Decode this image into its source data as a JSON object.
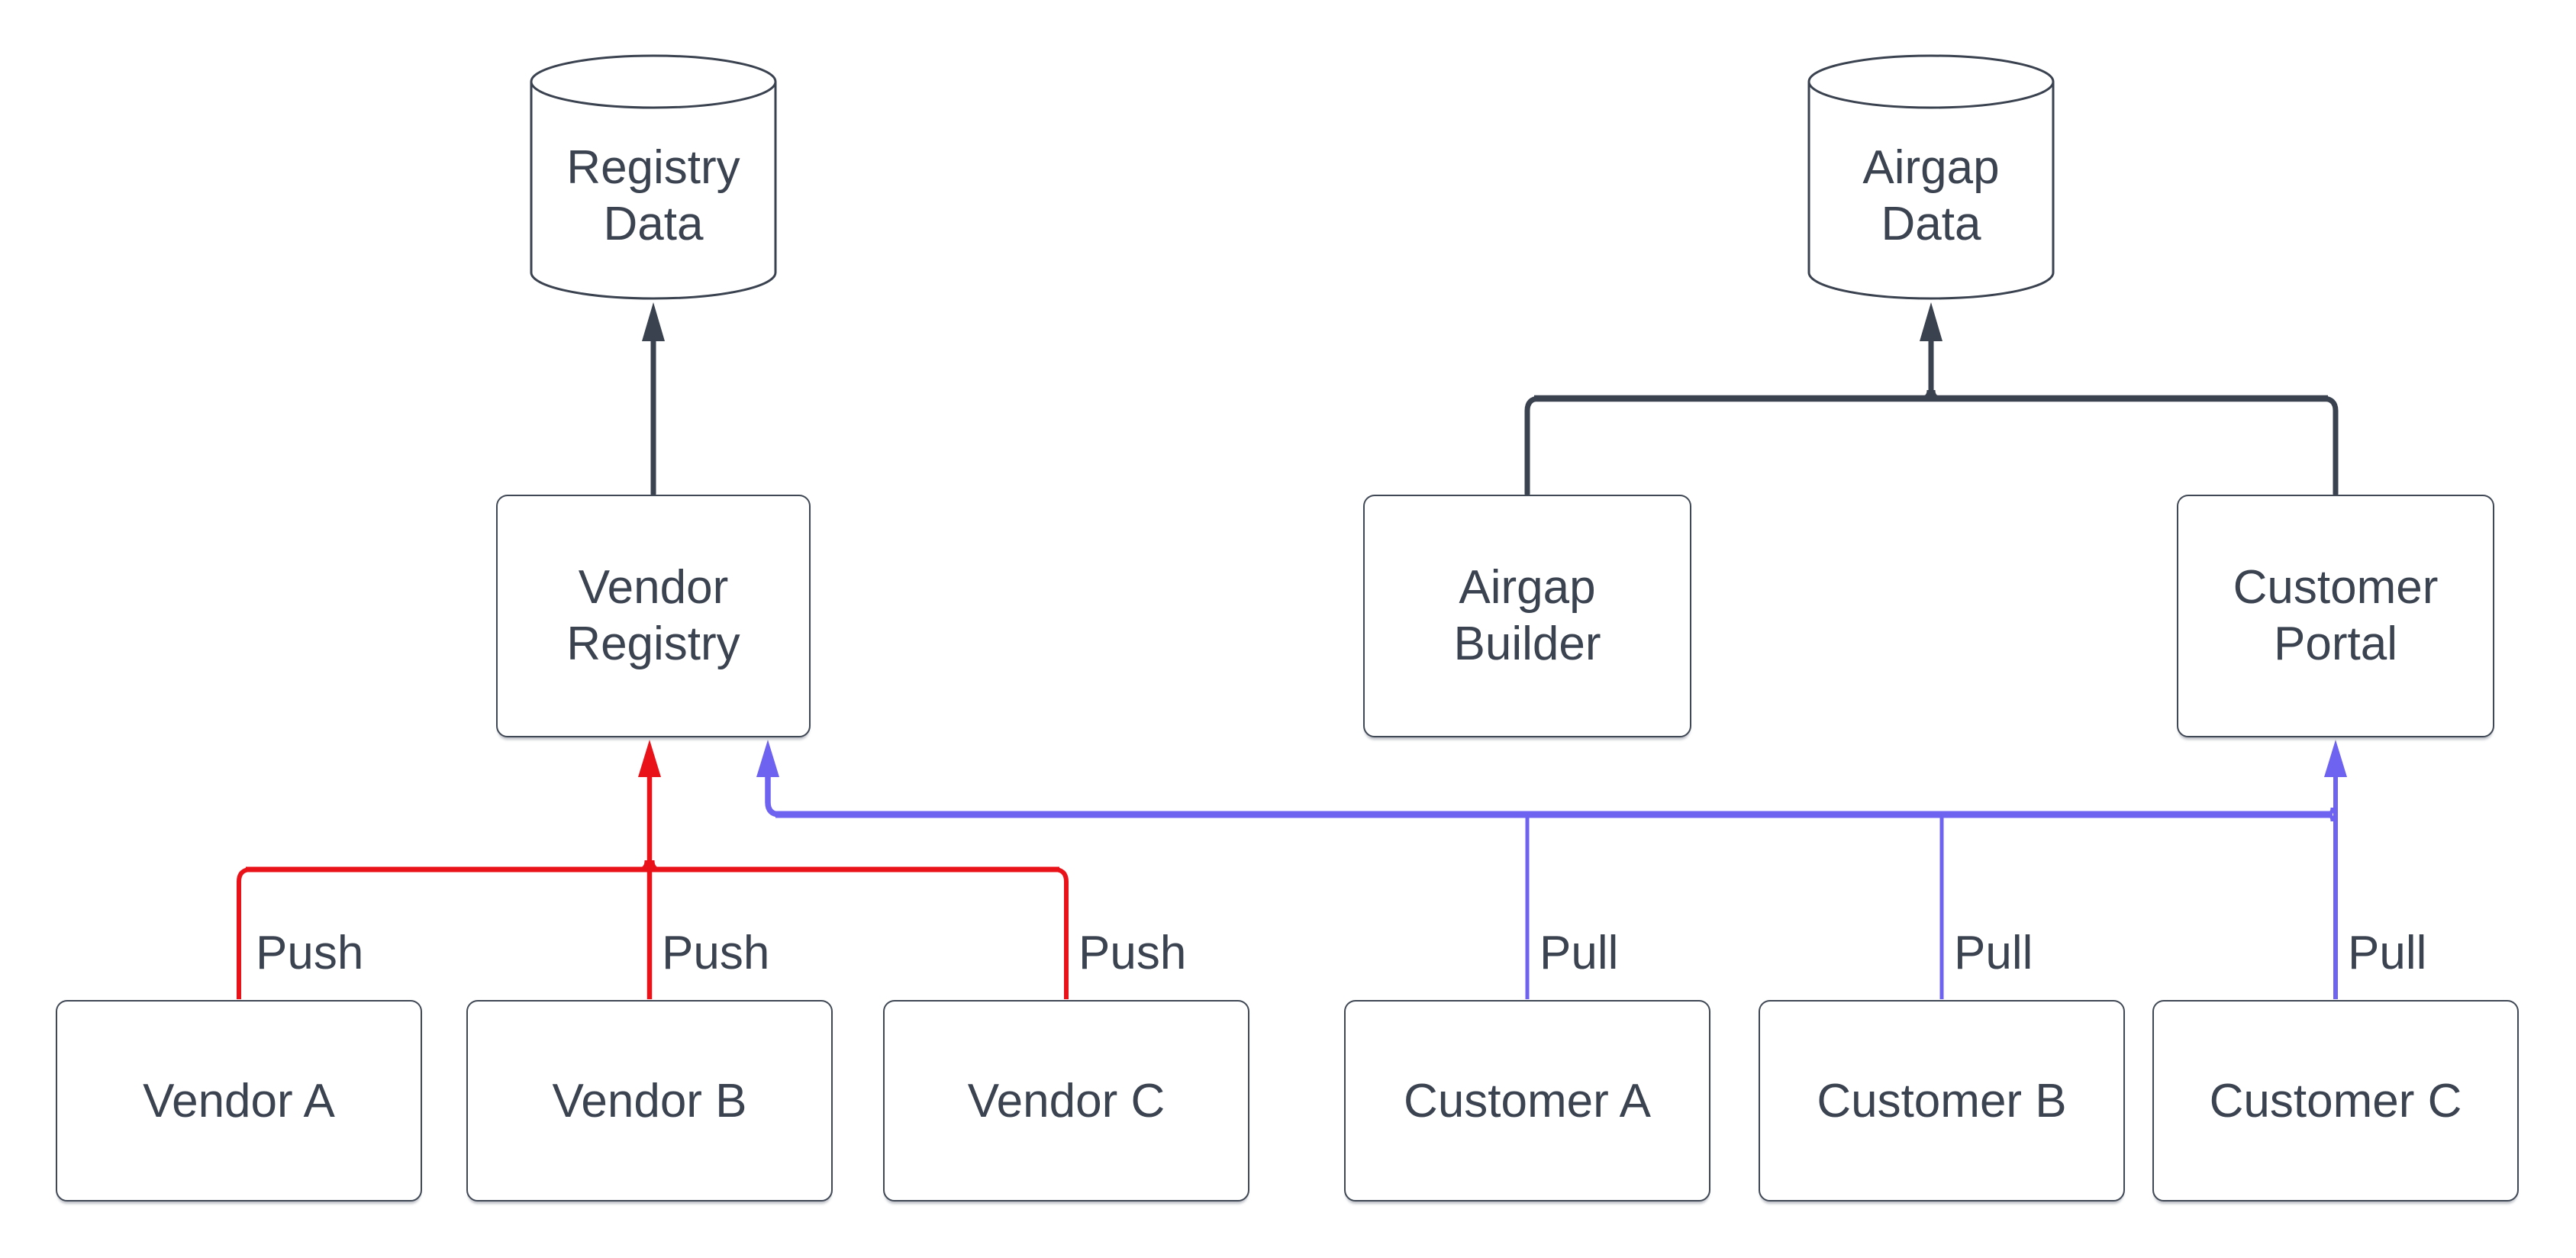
{
  "nodes": {
    "registry_data": {
      "line1": "Registry",
      "line2": "Data"
    },
    "airgap_data": {
      "line1": "Airgap",
      "line2": "Data"
    },
    "vendor_registry": {
      "line1": "Vendor",
      "line2": "Registry"
    },
    "airgap_builder": {
      "line1": "Airgap",
      "line2": "Builder"
    },
    "customer_portal": {
      "line1": "Customer",
      "line2": "Portal"
    },
    "vendor_a": {
      "label": "Vendor A"
    },
    "vendor_b": {
      "label": "Vendor B"
    },
    "vendor_c": {
      "label": "Vendor C"
    },
    "customer_a": {
      "label": "Customer A"
    },
    "customer_b": {
      "label": "Customer B"
    },
    "customer_c": {
      "label": "Customer C"
    }
  },
  "edge_labels": {
    "push": "Push",
    "pull": "Pull"
  },
  "colors": {
    "push_red": "#e91219",
    "pull_blue": "#6e63f1",
    "line_dark": "#3a4250",
    "node_border": "#3f4854",
    "node_text": "#3b4351"
  }
}
